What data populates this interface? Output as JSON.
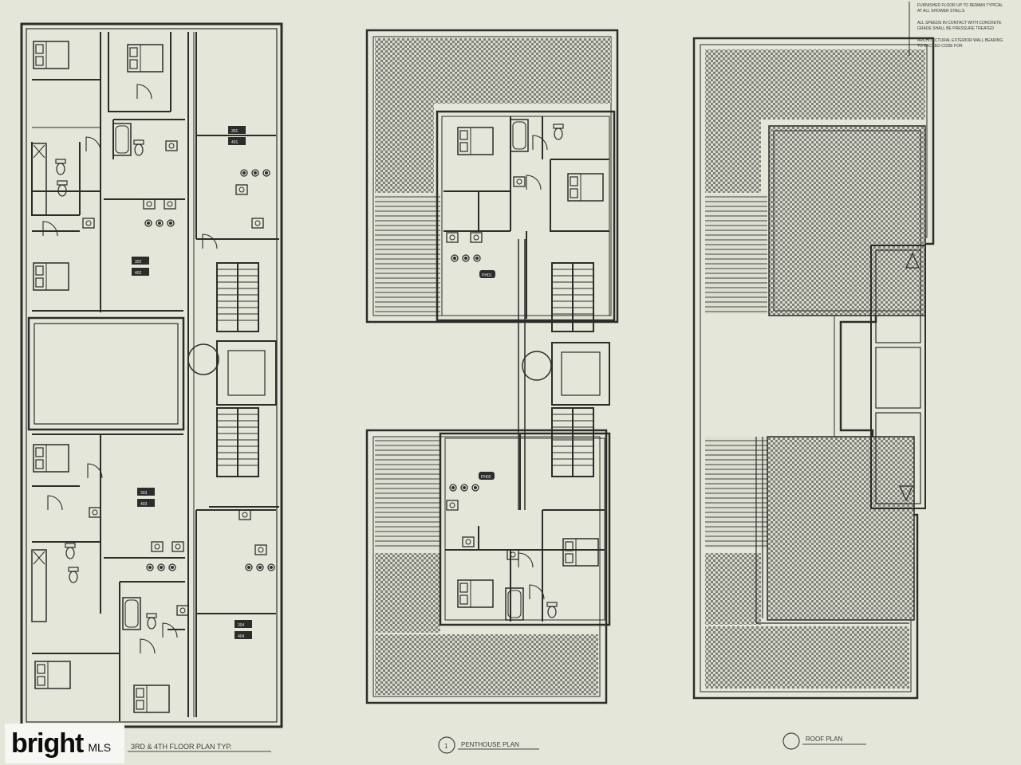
{
  "notes": {
    "line1": "FURNISHED FLOOR UP TO REMAIN TYPICAL",
    "line2": "AT ALL SHOWER STALLS",
    "line3": "ALL SPEEDS IN CONTACT WITH CONCRETE",
    "line4": "GRADE SHALL BE PRESSURE TREATED",
    "line5": "ARCHITECTURAL EXTERIOR WALL BEARING",
    "line6": "TO EXCEED CODE FOR"
  },
  "plans": {
    "typical": {
      "title": "3RD & 4TH FLOOR PLAN TYP.",
      "marker": ""
    },
    "penthouse": {
      "title": "PENTHOUSE PLAN",
      "marker": "1"
    },
    "roof": {
      "title": "ROOF PLAN",
      "marker": ""
    }
  },
  "room_tags": {
    "t1": "301",
    "t2": "401",
    "t3": "302",
    "t4": "402",
    "t5": "303",
    "t6": "403",
    "t7": "304",
    "t8": "404",
    "p1": "PH01",
    "p2": "PH02"
  },
  "watermark": {
    "brand": "bright",
    "suffix": "MLS"
  },
  "colors": {
    "paper": "#e4e6d9",
    "line": "#2b2d2a",
    "hatch": "#8d8f88"
  }
}
